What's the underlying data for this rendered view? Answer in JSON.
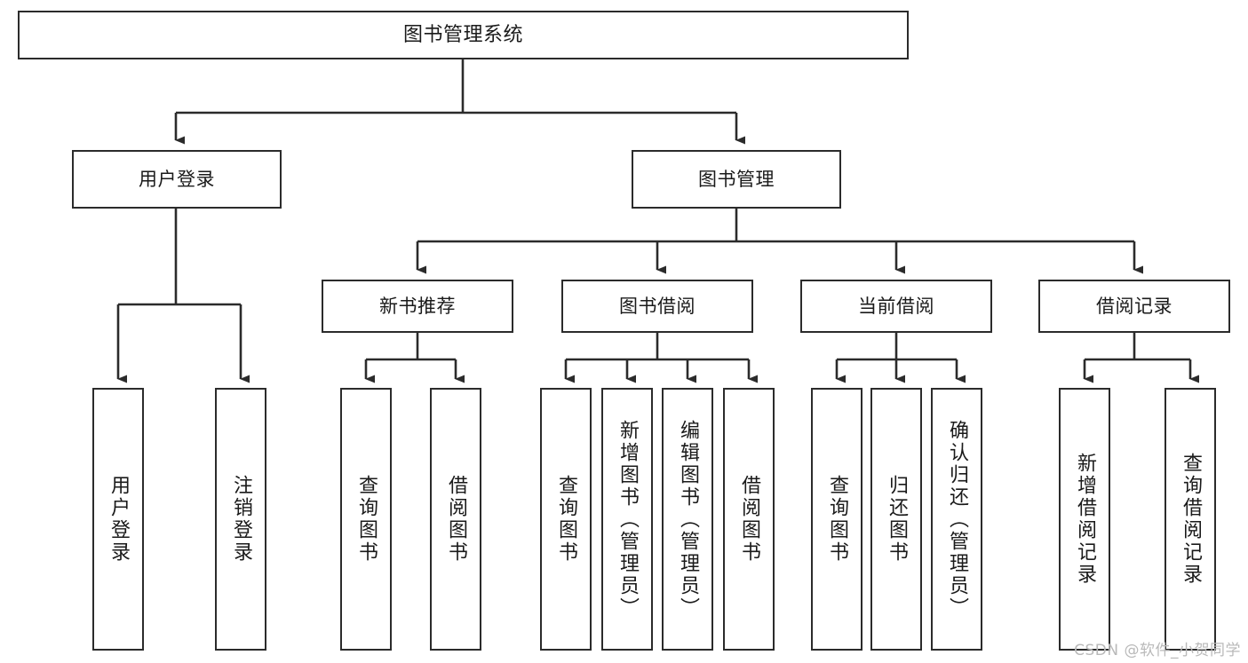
{
  "diagram": {
    "title": "图书管理系统",
    "type": "hierarchy-tree",
    "watermark": "CSDN @软件_小贺同学",
    "colors": {
      "box_border": "#2b2b2b",
      "box_fill": "#ffffff",
      "connector": "#2b2b2b",
      "text": "#1a1a1a",
      "watermark_text": "#b9b9b9",
      "canvas": "#ffffff"
    },
    "levels": {
      "root": {
        "label": "图书管理系统"
      },
      "branches": [
        {
          "id": "user-login",
          "label": "用户登录"
        },
        {
          "id": "book-management",
          "label": "图书管理"
        }
      ],
      "subbranches": [
        {
          "id": "new-book-recommend",
          "label": "新书推荐"
        },
        {
          "id": "book-borrow",
          "label": "图书借阅"
        },
        {
          "id": "current-borrow",
          "label": "当前借阅"
        },
        {
          "id": "borrow-record",
          "label": "借阅记录"
        }
      ],
      "leaves": [
        {
          "id": "leaf-user-login",
          "label": "用户登录",
          "parent": "user-login"
        },
        {
          "id": "leaf-user-logout",
          "label": "注销登录",
          "parent": "user-login"
        },
        {
          "id": "leaf-query-book-1",
          "label": "查询图书",
          "parent": "new-book-recommend"
        },
        {
          "id": "leaf-borrow-book-1",
          "label": "借阅图书",
          "parent": "new-book-recommend"
        },
        {
          "id": "leaf-query-book-2",
          "label": "查询图书",
          "parent": "book-borrow"
        },
        {
          "id": "leaf-add-book",
          "label": "新增图书（管理员）",
          "parent": "book-borrow"
        },
        {
          "id": "leaf-edit-book",
          "label": "编辑图书（管理员）",
          "parent": "book-borrow"
        },
        {
          "id": "leaf-borrow-book-2",
          "label": "借阅图书",
          "parent": "book-borrow"
        },
        {
          "id": "leaf-query-book-3",
          "label": "查询图书",
          "parent": "current-borrow"
        },
        {
          "id": "leaf-return-book",
          "label": "归还图书",
          "parent": "current-borrow"
        },
        {
          "id": "leaf-confirm-return",
          "label": "确认归还（管理员）",
          "parent": "current-borrow"
        },
        {
          "id": "leaf-add-record",
          "label": "新增借阅记录",
          "parent": "borrow-record"
        },
        {
          "id": "leaf-query-record",
          "label": "查询借阅记录",
          "parent": "borrow-record"
        }
      ]
    }
  }
}
